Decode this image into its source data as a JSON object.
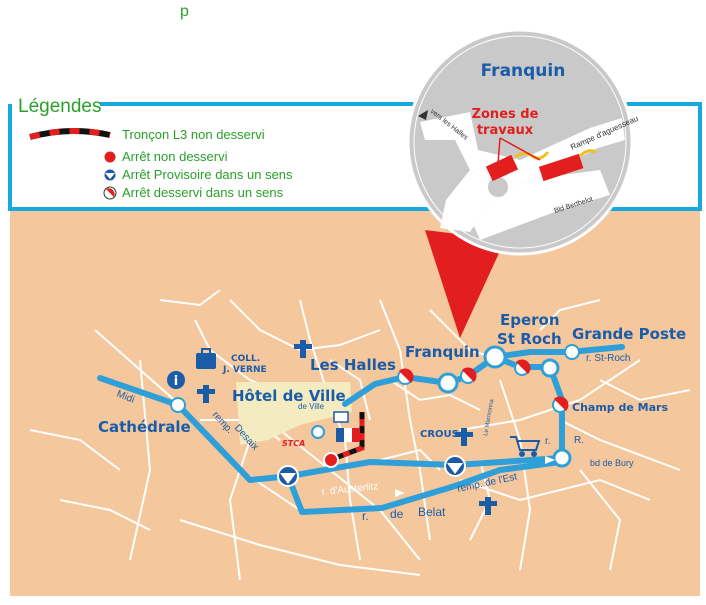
{
  "top_fragment": "p",
  "colors": {
    "map_background": "#f5c79c",
    "street_line": "#ffffff",
    "line_blue": "#2e9fd8",
    "line_dark_blue": "#1d5aa6",
    "label_blue": "#1a5ca8",
    "legend_green": "#2aa02a",
    "legend_frame": "#18a8e0",
    "stop_red": "#e21e1e",
    "works_red": "#e21e1e",
    "inset_grey": "#c9c9c9",
    "callout_red": "#e21e1e"
  },
  "legend": {
    "title": "Légendes",
    "items": [
      {
        "icon": "red-black-dashed-line",
        "label": "Tronçon L3 non desservi"
      },
      {
        "icon": "red-dot-icon",
        "label": "Arrêt non desservi"
      },
      {
        "icon": "temporary-stop-icon",
        "label": "Arrêt Provisoire dans un sens"
      },
      {
        "icon": "half-served-stop-icon",
        "label": "Arrêt desservi dans un sens"
      }
    ]
  },
  "inset": {
    "title": "Franquin",
    "works_label_1": "Zones de",
    "works_label_2": "travaux",
    "street_vers_halles": "vers les Halles",
    "street_rampe": "Rampe d'aguesseau",
    "street_bld": "Bld Berthelot"
  },
  "places": {
    "cathedrale": "Cathédrale",
    "hotel_de_ville": "Hôtel de Ville",
    "les_halles": "Les Halles",
    "franquin": "Franquin",
    "eperon_1": "Eperon",
    "eperon_2": "St Roch",
    "grande_poste": "Grande Poste",
    "champ_de_mars": "Champ de Mars",
    "coll_1": "COLL.",
    "coll_2": "J. VERNE",
    "crous": "CROUS",
    "stca": "STCA"
  },
  "streets": {
    "midi": "Midi",
    "remp_desaix_1": "remp.",
    "remp_desaix_2": "Desaix",
    "de_ville": "de Ville",
    "r_austerlitz": "r. d'Austerlitz",
    "r_belat_1": "r.",
    "r_belat_2": "de",
    "r_belat_3": "Belat",
    "remp_est": "remp. de l'Est",
    "r_st_roch": "r. St-Roch",
    "bd_bury": "bd de Bury",
    "r_r_1": "r.",
    "r_r_2": "R.",
    "le_marmorina": "Le Marmorina"
  }
}
